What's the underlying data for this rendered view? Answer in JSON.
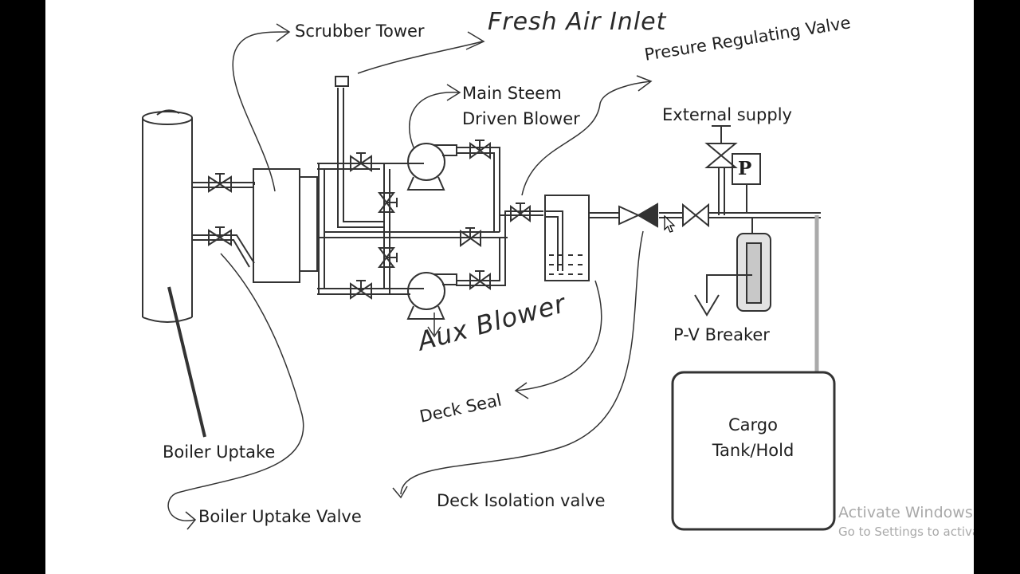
{
  "labels": {
    "scrubber_tower": "Scrubber Tower",
    "fresh_air_inlet": "Fresh Air Inlet",
    "main_blower_line1": "Main Steem",
    "main_blower_line2": "Driven Blower",
    "pressure_regulating_valve": "Presure Regulating Valve",
    "external_supply": "External supply",
    "pv_breaker": "P-V Breaker",
    "aux_blower": "Aux Blower",
    "deck_seal": "Deck Seal",
    "boiler_uptake": "Boiler Uptake",
    "boiler_uptake_valve": "Boiler Uptake Valve",
    "deck_isolation_valve": "Deck Isolation valve",
    "cargo_tank_line1": "Cargo",
    "cargo_tank_line2": "Tank/Hold",
    "pressure_gauge_symbol": "P"
  },
  "watermark": {
    "line1": "Activate Windows",
    "line2": "Go to Settings to activate Windows."
  },
  "colors": {
    "line": "#333333",
    "tank_fill": "#cfcfcf",
    "watermark": "#a9a9a9",
    "frame": "#000000"
  }
}
